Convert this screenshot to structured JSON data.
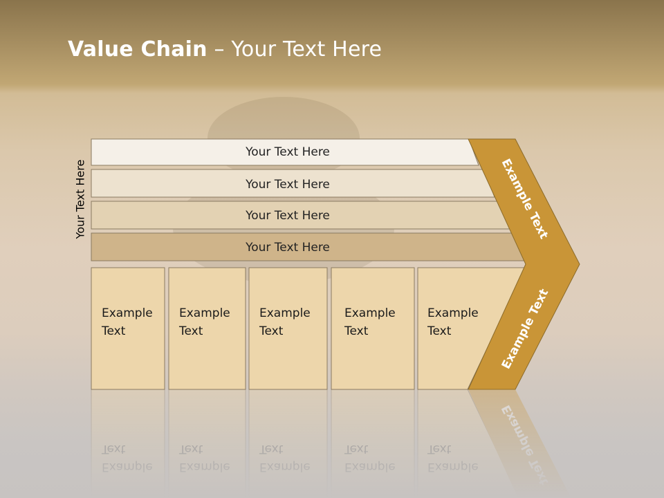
{
  "slide": {
    "title_bold": "Value Chain",
    "title_rest": " – Your Text Here",
    "side_label": "Your Text Here"
  },
  "bars": [
    {
      "label": "Your Text Here"
    },
    {
      "label": "Your Text Here"
    },
    {
      "label": "Your Text Here"
    },
    {
      "label": "Your Text Here"
    }
  ],
  "boxes": [
    {
      "line1": "Example",
      "line2": "Text"
    },
    {
      "line1": "Example",
      "line2": "Text"
    },
    {
      "line1": "Example",
      "line2": "Text"
    },
    {
      "line1": "Example",
      "line2": "Text"
    },
    {
      "line1": "Example",
      "line2": "Text"
    }
  ],
  "chevron": {
    "top_label": "Example Text",
    "bottom_label": "Example Text"
  },
  "colors": {
    "bar_fills": [
      "#f5f0e8",
      "#ede2cf",
      "#e3d2b3",
      "#cfb48a"
    ],
    "box_fill": "#edd6ab",
    "chevron_fill": "#c99537",
    "outline": "#8a7a60"
  }
}
